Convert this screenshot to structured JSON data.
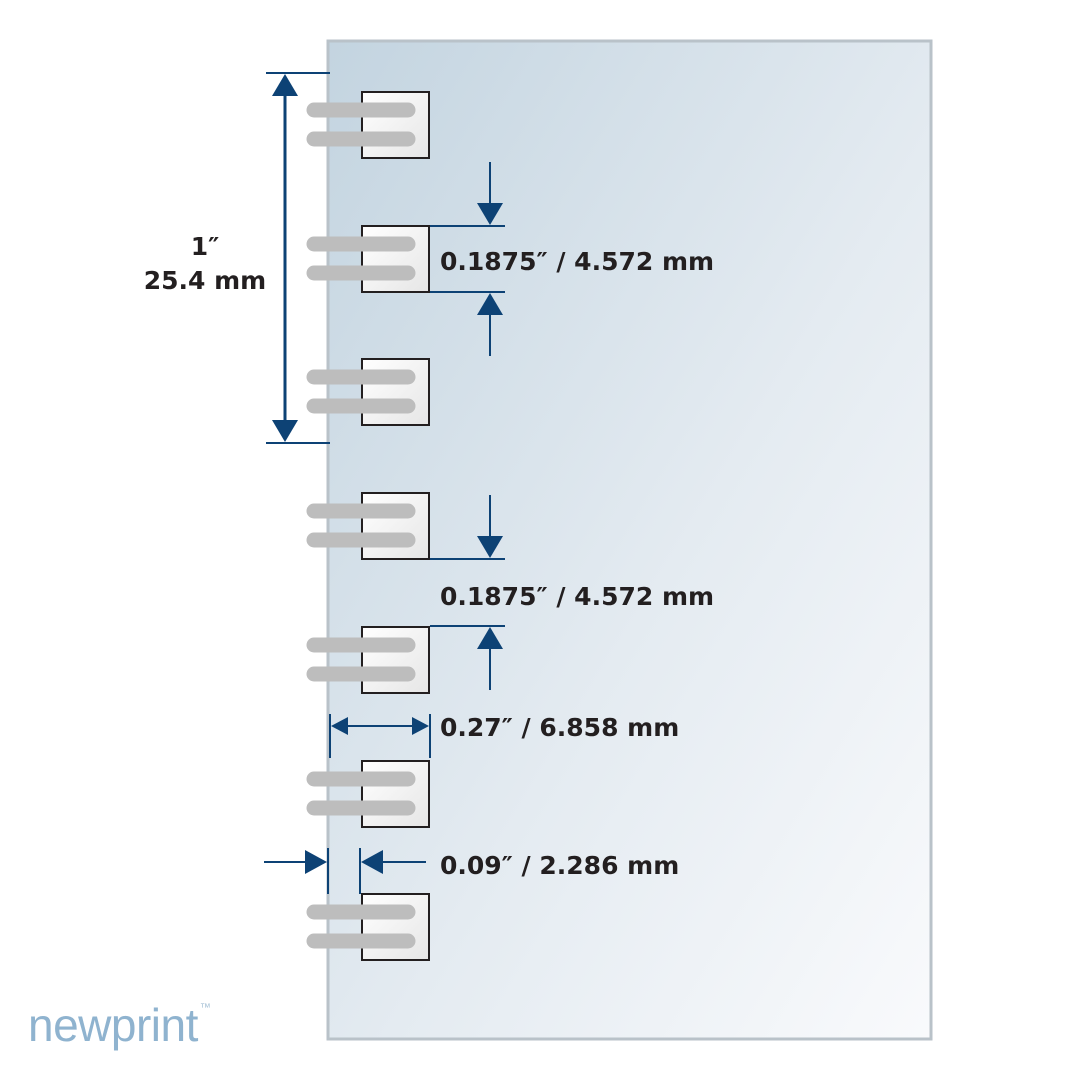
{
  "dimensions": {
    "pitch": {
      "inch": "1″",
      "mm": "25.4 mm"
    },
    "hole_gap_1": "0.1875″ / 4.572 mm",
    "hole_gap_2": "0.1875″ / 4.572 mm",
    "hole_depth": "0.27″ / 6.858 mm",
    "edge_margin": "0.09″ / 2.286 mm"
  },
  "brand": {
    "name": "newprint",
    "trademark": "™"
  },
  "colors": {
    "arrow": "#0d4275",
    "sheet_top": "#c6d6e1",
    "sheet_bottom": "#f7f9fb",
    "sheet_border": "#b9c2c9",
    "hole_border": "#231f20",
    "brand": "#8fb3cf"
  },
  "holes_count": 7
}
